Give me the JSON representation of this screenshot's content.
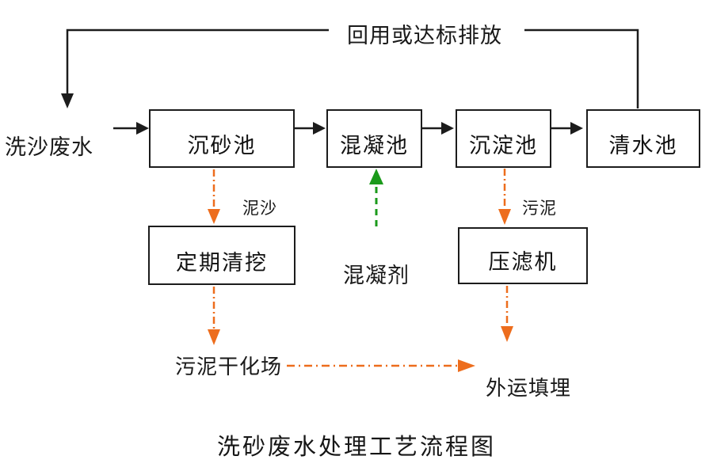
{
  "title": "洗砂废水处理工艺流程图",
  "top": {
    "recycle_label": "回用或达标排放"
  },
  "inlet_label": "洗沙废水",
  "main_boxes": [
    {
      "id": "grit-chamber",
      "label": "沉砂池"
    },
    {
      "id": "coagulation-tank",
      "label": "混凝池"
    },
    {
      "id": "sedimentation-tank",
      "label": "沉淀池"
    },
    {
      "id": "clear-water-tank",
      "label": "清水池"
    }
  ],
  "sub_boxes": [
    {
      "id": "periodic-dredging",
      "label": "定期清挖"
    },
    {
      "id": "filter-press",
      "label": "压滤机"
    }
  ],
  "flow_labels": {
    "sediment": "泥沙",
    "sludge": "污泥",
    "coagulant": "混凝剂"
  },
  "end_labels": {
    "sludge_drying_field": "污泥干化场",
    "landfill": "外运填埋"
  },
  "colors": {
    "line_black": "#1c1c1c",
    "orange": "#ED6D1D",
    "green": "#1B9A1B"
  }
}
